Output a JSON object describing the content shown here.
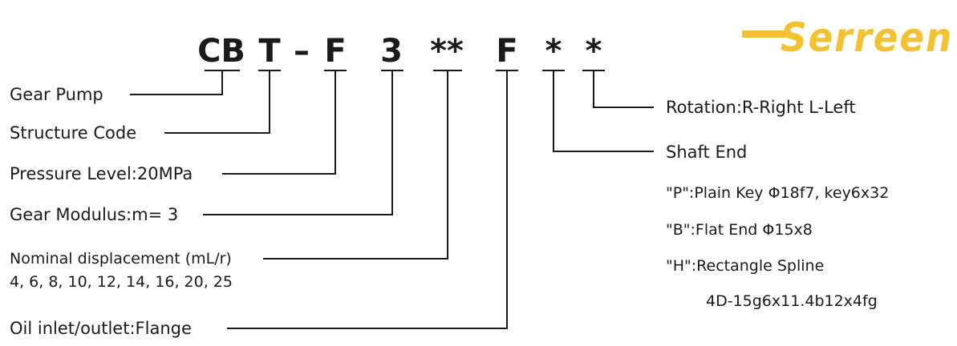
{
  "brand": {
    "name": "Serreen",
    "color": "#f2c230"
  },
  "model_code": {
    "cb": "CB",
    "t": "T",
    "dash": "–",
    "f1": "F",
    "three": "3",
    "stars": "**",
    "f2": "F",
    "star1": "*",
    "star2": "*"
  },
  "labels": {
    "gear_pump": "Gear Pump",
    "structure_code": "Structure Code",
    "pressure_level": "Pressure Level:20MPa",
    "gear_modulus": "Gear Modulus:m= 3",
    "nominal_displacement": "Nominal displacement (mL/r)",
    "displacement_values": "4, 6, 8, 10, 12, 14, 16, 20, 25",
    "oil_inlet": "Oil inlet/outlet:Flange",
    "rotation": "Rotation:R-Right  L-Left",
    "shaft_end": "Shaft End"
  },
  "shaft_options": {
    "p": "\"P\":Plain Key Φ18f7, key6x32",
    "b": "\"B\":Flat End Φ15x8",
    "h": "\"H\":Rectangle Spline",
    "h_detail": "4D-15g6x11.4b12x4fg"
  }
}
